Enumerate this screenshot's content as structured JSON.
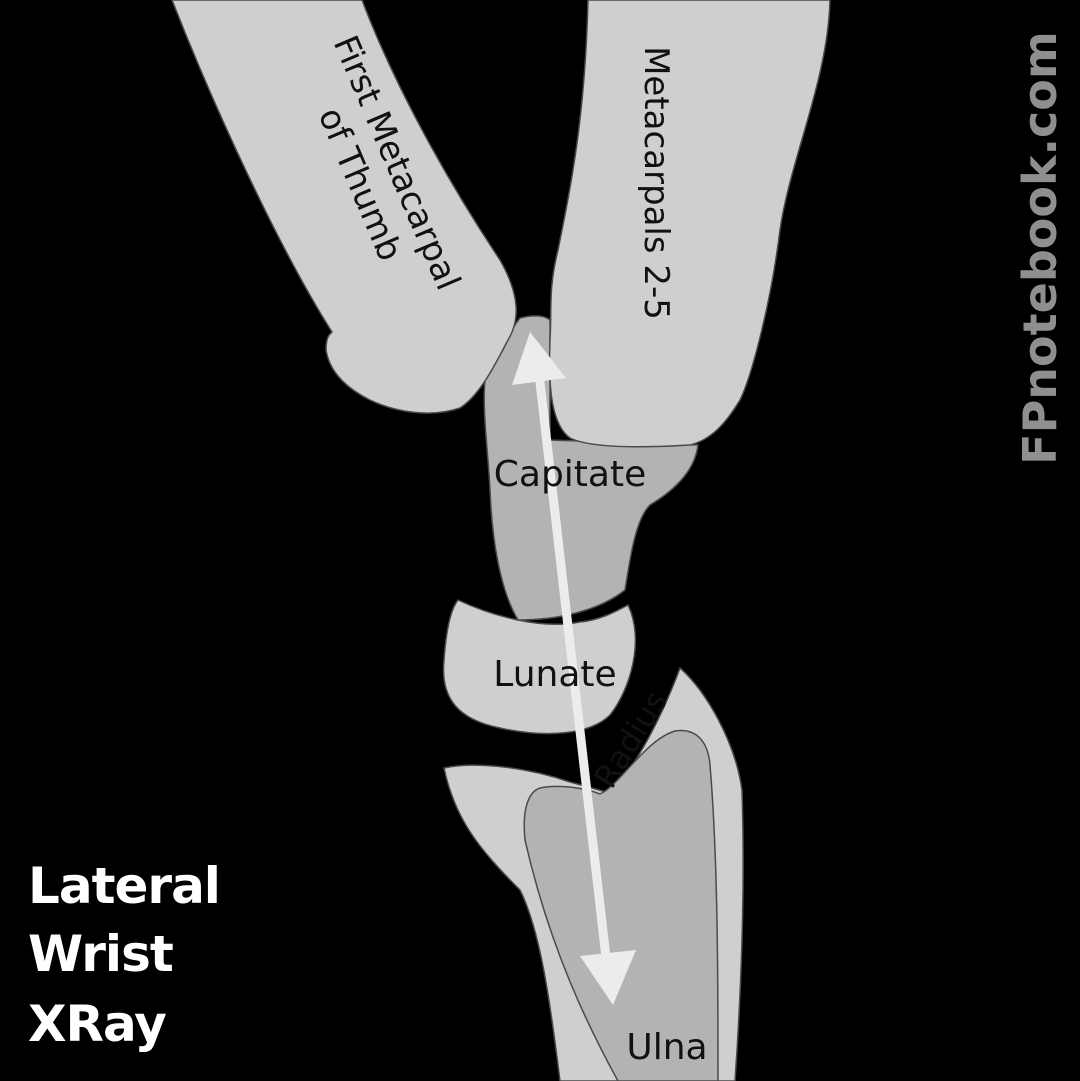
{
  "title": {
    "line1": "Lateral",
    "line2": "Wrist",
    "line3": "XRay"
  },
  "watermark": "FPnotebook.com",
  "labels": {
    "first_metacarpal_line1": "First Metacarpal",
    "first_metacarpal_line2": "of Thumb",
    "metacarpals": "Metacarpals 2-5",
    "capitate": "Capitate",
    "lunate": "Lunate",
    "radius": "Radius",
    "ulna": "Ulna"
  },
  "colors": {
    "background": "#000000",
    "bone_light": "#cfcfcf",
    "bone_dark": "#b3b3b3",
    "outline": "#4a4a4a",
    "arrow": "#ececec",
    "watermark": "#8f8f8f",
    "label_text": "#111111",
    "title_text": "#ffffff"
  }
}
